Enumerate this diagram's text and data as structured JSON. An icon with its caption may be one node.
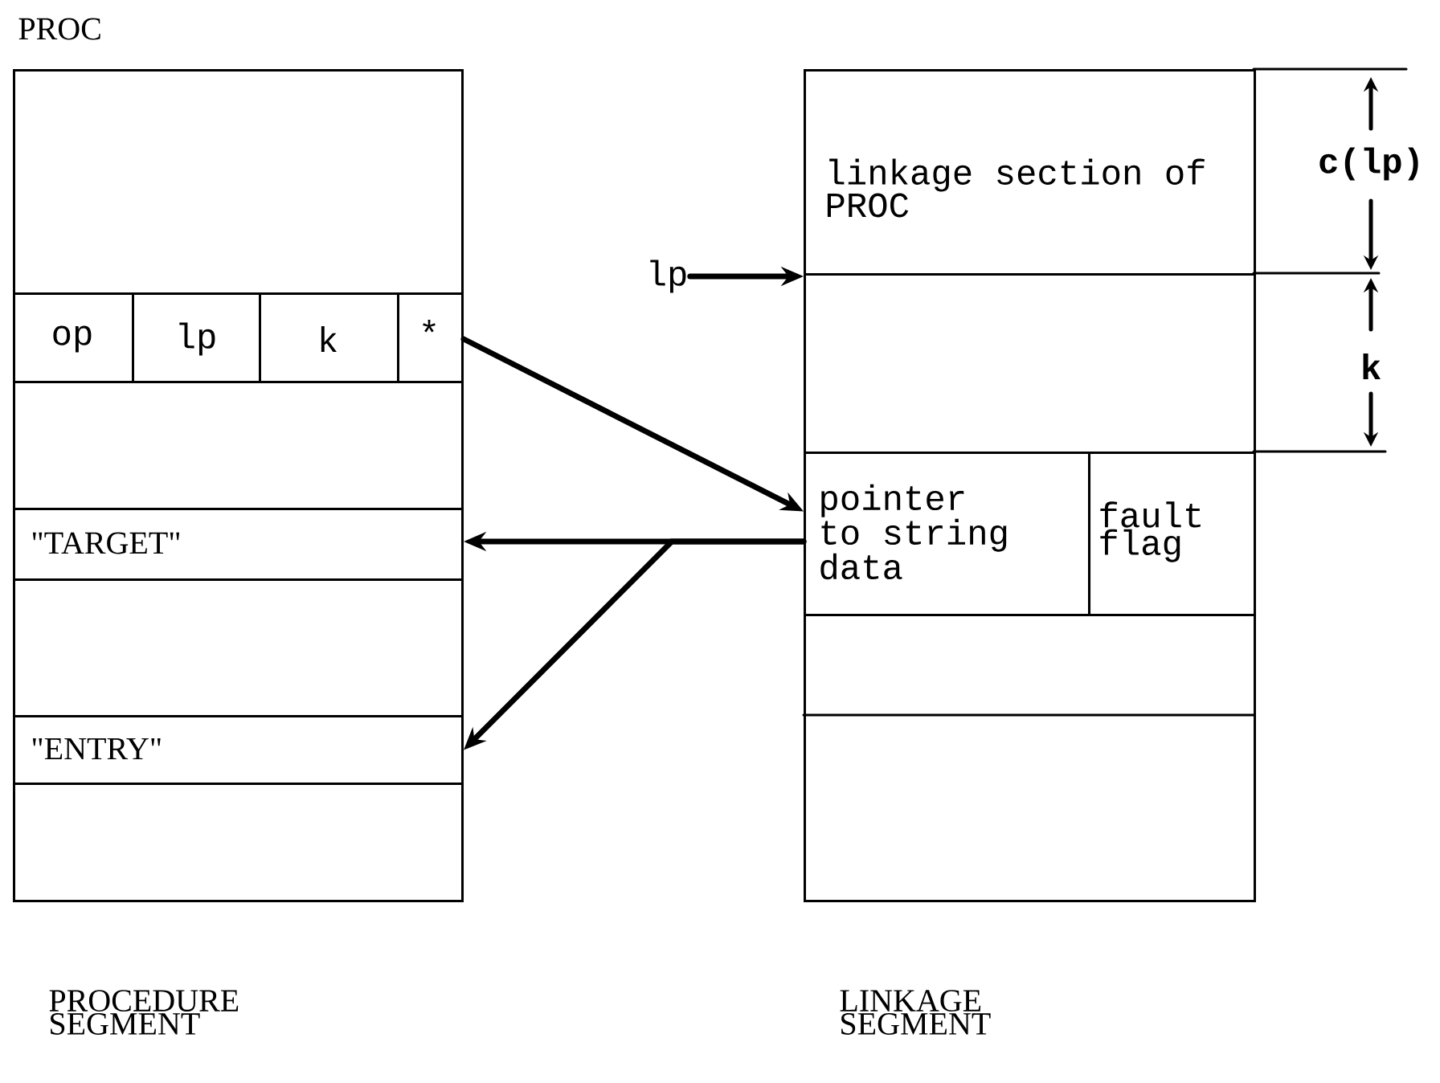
{
  "diagram": {
    "nodes": [
      {
        "text": [
          "PROC"
        ],
        "beside": [
          "PROCEDURE SEGMENT"
        ]
      },
      {
        "text": [
          "op"
        ],
        "in": 0
      },
      {
        "text": [
          "lp"
        ],
        "in": 0
      },
      {
        "text": [
          "k"
        ],
        "in": 0
      },
      {
        "text": [
          "*"
        ],
        "in": 0
      },
      {
        "text": [
          "\"TARGET\""
        ],
        "in": 0
      },
      {
        "text": [
          "\"ENTRY\""
        ],
        "in": 0
      },
      {
        "text": [],
        "shape": "box",
        "beside": [
          "LINKAGE SEGMENT"
        ]
      },
      {
        "text": [
          "linkage section of PROC"
        ],
        "in": 7
      },
      {
        "text": [
          "pointer to string data"
        ],
        "in": 7
      },
      {
        "text": [
          "fault flag"
        ],
        "in": 7
      },
      {
        "text": [
          "lp"
        ]
      }
    ],
    "edges": [
      {
        "from": 4,
        "to": 9,
        "arrow": "to"
      },
      {
        "from": 9,
        "to": 5,
        "arrow": "to"
      },
      {
        "from": 9,
        "to": 6,
        "arrow": "to"
      },
      {
        "from": 11,
        "to": 7,
        "arrow": "to"
      }
    ],
    "labels": [
      "c(lp)",
      "k"
    ]
  }
}
